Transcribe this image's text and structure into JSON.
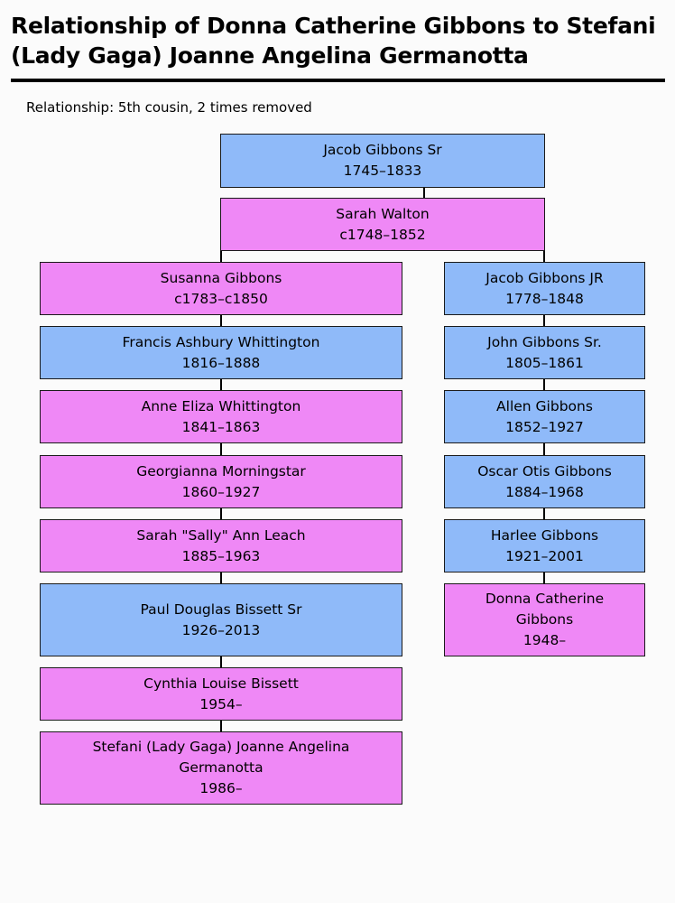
{
  "title": "Relationship of Donna Catherine Gibbons to Stefani (Lady Gaga) Joanne Angelina Germanotta",
  "relationship_text": "Relationship: 5th cousin, 2 times removed",
  "colors": {
    "male": "#8fbaf9",
    "female": "#ef88f6"
  },
  "ancestors": [
    {
      "name": "Jacob Gibbons Sr",
      "dates": "1745–1833",
      "sex": "male"
    },
    {
      "name": "Sarah Walton",
      "dates": "c1748–1852",
      "sex": "female"
    }
  ],
  "left_branch": [
    {
      "name": "Susanna Gibbons",
      "dates": "c1783–c1850",
      "sex": "female"
    },
    {
      "name": "Francis Ashbury Whittington",
      "dates": "1816–1888",
      "sex": "male"
    },
    {
      "name": "Anne Eliza Whittington",
      "dates": "1841–1863",
      "sex": "female"
    },
    {
      "name": "Georgianna Morningstar",
      "dates": "1860–1927",
      "sex": "female"
    },
    {
      "name": "Sarah \"Sally\" Ann Leach",
      "dates": "1885–1963",
      "sex": "female"
    },
    {
      "name": "Paul Douglas Bissett Sr",
      "dates": "1926–2013",
      "sex": "male"
    },
    {
      "name": "Cynthia Louise Bissett",
      "dates": "1954–",
      "sex": "female"
    },
    {
      "name": "Stefani (Lady Gaga) Joanne Angelina Germanotta",
      "dates": "1986–",
      "sex": "female"
    }
  ],
  "right_branch": [
    {
      "name": "Jacob Gibbons JR",
      "dates": "1778–1848",
      "sex": "male"
    },
    {
      "name": "John Gibbons Sr.",
      "dates": "1805–1861",
      "sex": "male"
    },
    {
      "name": "Allen Gibbons",
      "dates": "1852–1927",
      "sex": "male"
    },
    {
      "name": "Oscar Otis Gibbons",
      "dates": "1884–1968",
      "sex": "male"
    },
    {
      "name": "Harlee Gibbons",
      "dates": "1921–2001",
      "sex": "male"
    },
    {
      "name": "Donna Catherine Gibbons",
      "dates": "1948–",
      "sex": "female"
    }
  ]
}
